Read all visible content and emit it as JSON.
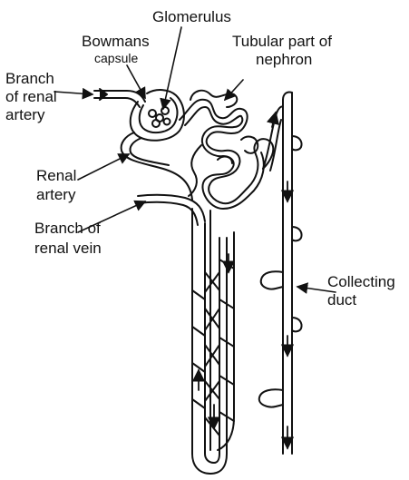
{
  "diagram": {
    "labels": {
      "glomerulus": "Glomerulus",
      "bowmans_line1": "Bowmans",
      "bowmans_line2": "capsule",
      "tubular_line1": "Tubular part of",
      "tubular_line2": "nephron",
      "branch_artery_line1": "Branch",
      "branch_artery_line2": "of renal",
      "branch_artery_line3": "artery",
      "renal_artery_line1": "Renal",
      "renal_artery_line2": "artery",
      "branch_vein_line1": "Branch of",
      "branch_vein_line2": "renal vein",
      "collecting_line1": "Collecting",
      "collecting_line2": "duct"
    },
    "colors": {
      "ink": "#111111",
      "background": "#ffffff"
    }
  }
}
